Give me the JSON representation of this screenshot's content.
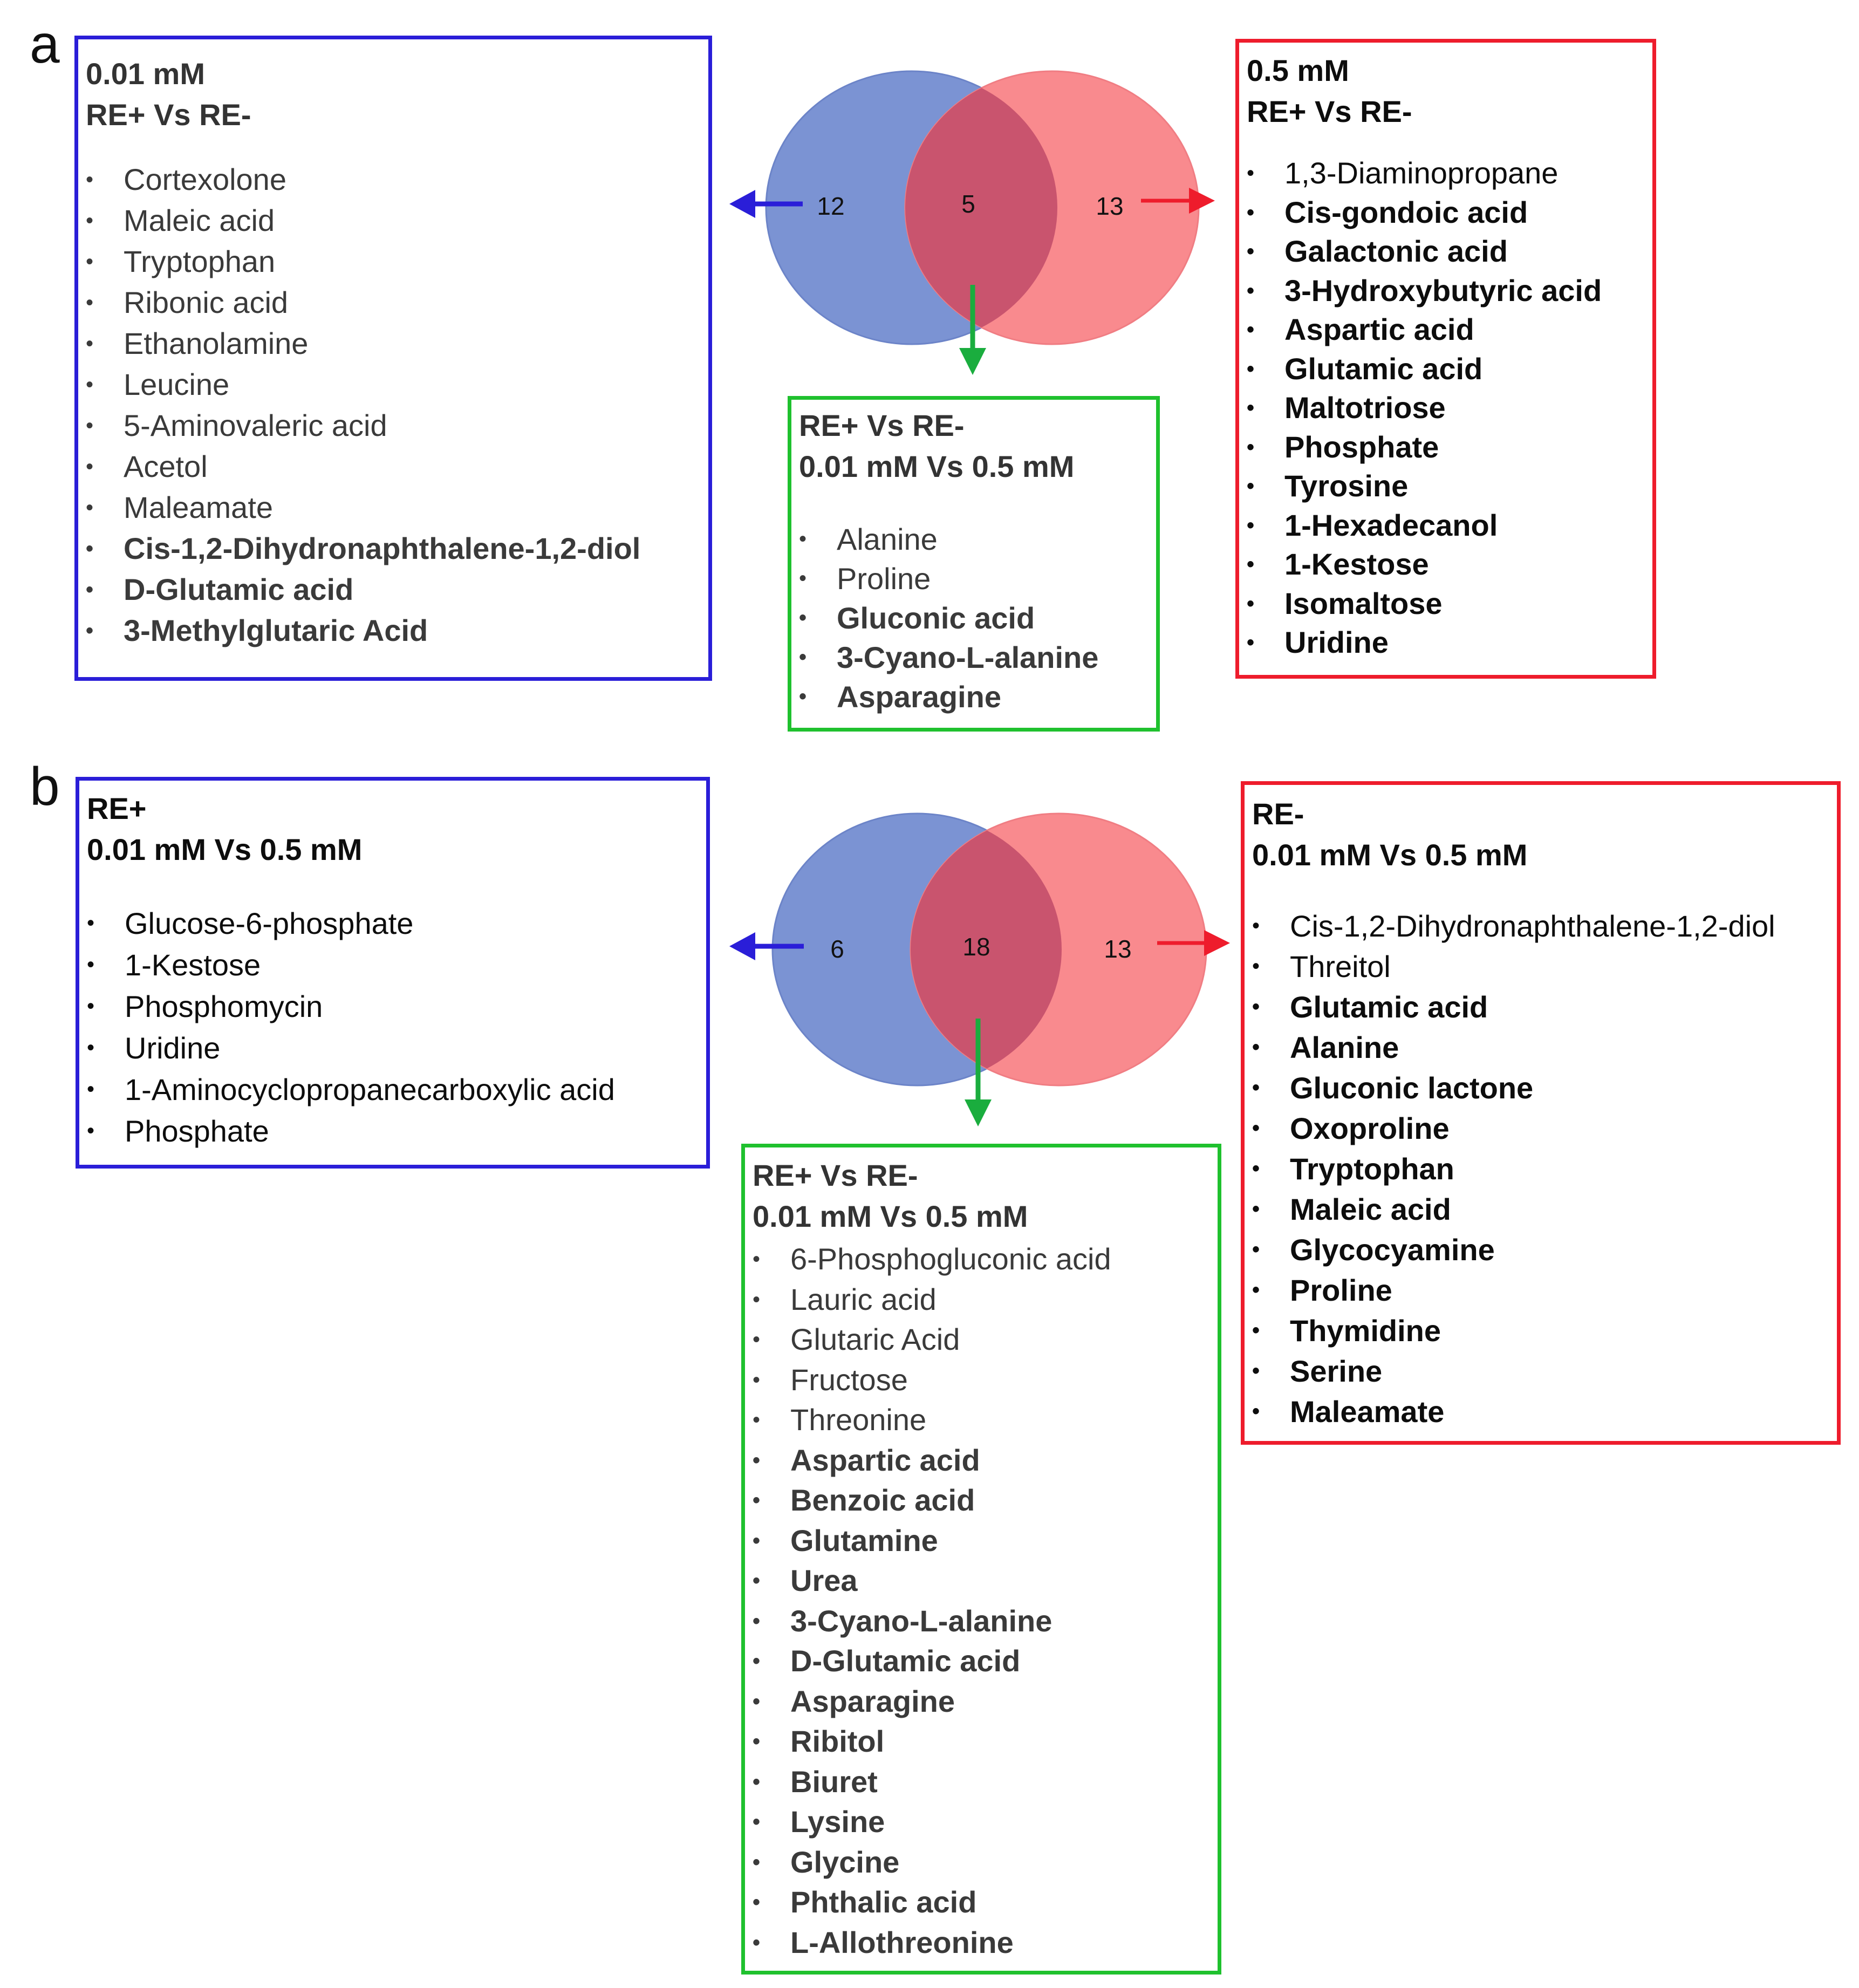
{
  "panel_a": {
    "label": "a",
    "venn": {
      "left_count": "12",
      "overlap_count": "5",
      "right_count": "13"
    },
    "left_box": {
      "title_lines": [
        "0.01 mM",
        "RE+ Vs RE-"
      ],
      "items": [
        {
          "text": "Cortexolone",
          "bold": false
        },
        {
          "text": "Maleic acid",
          "bold": false
        },
        {
          "text": "Tryptophan",
          "bold": false
        },
        {
          "text": "Ribonic acid",
          "bold": false
        },
        {
          "text": "Ethanolamine",
          "bold": false
        },
        {
          "text": "Leucine",
          "bold": false
        },
        {
          "text": "5-Aminovaleric acid",
          "bold": false
        },
        {
          "text": "Acetol",
          "bold": false
        },
        {
          "text": "Maleamate",
          "bold": false
        },
        {
          "text": "Cis-1,2-Dihydronaphthalene-1,2-diol",
          "bold": true
        },
        {
          "text": "D-Glutamic acid",
          "bold": true
        },
        {
          "text": "3-Methylglutaric Acid",
          "bold": true
        }
      ]
    },
    "right_box": {
      "title_lines": [
        "0.5 mM",
        "RE+ Vs RE-"
      ],
      "items": [
        {
          "text": "1,3-Diaminopropane",
          "bold": false
        },
        {
          "text": "Cis-gondoic acid",
          "bold": true
        },
        {
          "text": "Galactonic acid",
          "bold": true
        },
        {
          "text": "3-Hydroxybutyric acid",
          "bold": true
        },
        {
          "text": "Aspartic acid",
          "bold": true
        },
        {
          "text": "Glutamic acid",
          "bold": true
        },
        {
          "text": "Maltotriose",
          "bold": true
        },
        {
          "text": "Phosphate",
          "bold": true
        },
        {
          "text": "Tyrosine",
          "bold": true
        },
        {
          "text": "1-Hexadecanol",
          "bold": true
        },
        {
          "text": "1-Kestose",
          "bold": true
        },
        {
          "text": "Isomaltose",
          "bold": true
        },
        {
          "text": "Uridine",
          "bold": true
        }
      ]
    },
    "center_box": {
      "title_lines": [
        "RE+ Vs RE-",
        "0.01 mM Vs 0.5 mM"
      ],
      "items": [
        {
          "text": "Alanine",
          "bold": false
        },
        {
          "text": "Proline",
          "bold": false
        },
        {
          "text": "Gluconic acid",
          "bold": true
        },
        {
          "text": "3-Cyano-L-alanine",
          "bold": true
        },
        {
          "text": "Asparagine",
          "bold": true
        }
      ]
    }
  },
  "panel_b": {
    "label": "b",
    "venn": {
      "left_count": "6",
      "overlap_count": "18",
      "right_count": "13"
    },
    "left_box": {
      "title_lines": [
        "RE+",
        "0.01 mM Vs 0.5 mM"
      ],
      "items": [
        {
          "text": "Glucose-6-phosphate",
          "bold": false
        },
        {
          "text": "1-Kestose",
          "bold": false
        },
        {
          "text": "Phosphomycin",
          "bold": false
        },
        {
          "text": "Uridine",
          "bold": false
        },
        {
          "text": "1-Aminocyclopropanecarboxylic acid",
          "bold": false
        },
        {
          "text": "Phosphate",
          "bold": false
        }
      ]
    },
    "right_box": {
      "title_lines": [
        "RE-",
        "0.01 mM Vs 0.5 mM"
      ],
      "items": [
        {
          "text": "Cis-1,2-Dihydronaphthalene-1,2-diol",
          "bold": false
        },
        {
          "text": "Threitol",
          "bold": false
        },
        {
          "text": "Glutamic acid",
          "bold": true
        },
        {
          "text": "Alanine",
          "bold": true
        },
        {
          "text": "Gluconic lactone",
          "bold": true
        },
        {
          "text": "Oxoproline",
          "bold": true
        },
        {
          "text": "Tryptophan",
          "bold": true
        },
        {
          "text": "Maleic acid",
          "bold": true
        },
        {
          "text": "Glycocyamine",
          "bold": true
        },
        {
          "text": "Proline",
          "bold": true
        },
        {
          "text": "Thymidine",
          "bold": true
        },
        {
          "text": "Serine",
          "bold": true
        },
        {
          "text": "Maleamate",
          "bold": true
        }
      ]
    },
    "center_box": {
      "title_lines": [
        "RE+ Vs RE-",
        "0.01 mM Vs 0.5 mM"
      ],
      "items": [
        {
          "text": "6-Phosphogluconic acid",
          "bold": false
        },
        {
          "text": "Lauric acid",
          "bold": false
        },
        {
          "text": "Glutaric Acid",
          "bold": false
        },
        {
          "text": "Fructose",
          "bold": false
        },
        {
          "text": "Threonine",
          "bold": false
        },
        {
          "text": "Aspartic acid",
          "bold": true
        },
        {
          "text": "Benzoic acid",
          "bold": true
        },
        {
          "text": "Glutamine",
          "bold": true
        },
        {
          "text": "Urea",
          "bold": true
        },
        {
          "text": "3-Cyano-L-alanine",
          "bold": true
        },
        {
          "text": "D-Glutamic acid",
          "bold": true
        },
        {
          "text": "Asparagine",
          "bold": true
        },
        {
          "text": "Ribitol",
          "bold": true
        },
        {
          "text": "Biuret",
          "bold": true
        },
        {
          "text": "Lysine",
          "bold": true
        },
        {
          "text": "Glycine",
          "bold": true
        },
        {
          "text": "Phthalic acid",
          "bold": true
        },
        {
          "text": "L-Allothreonine",
          "bold": true
        }
      ]
    }
  },
  "colors": {
    "left_circle": "#7b93d3",
    "right_circle": "#f98a8e",
    "overlap": "#c9546e",
    "blue_border": "#2a1ed8",
    "red_border": "#ee1c2c",
    "green_border": "#1fc12e",
    "blue_arrow": "#2a1ed8",
    "red_arrow": "#ee1c2c",
    "green_arrow": "#1aad3e"
  }
}
